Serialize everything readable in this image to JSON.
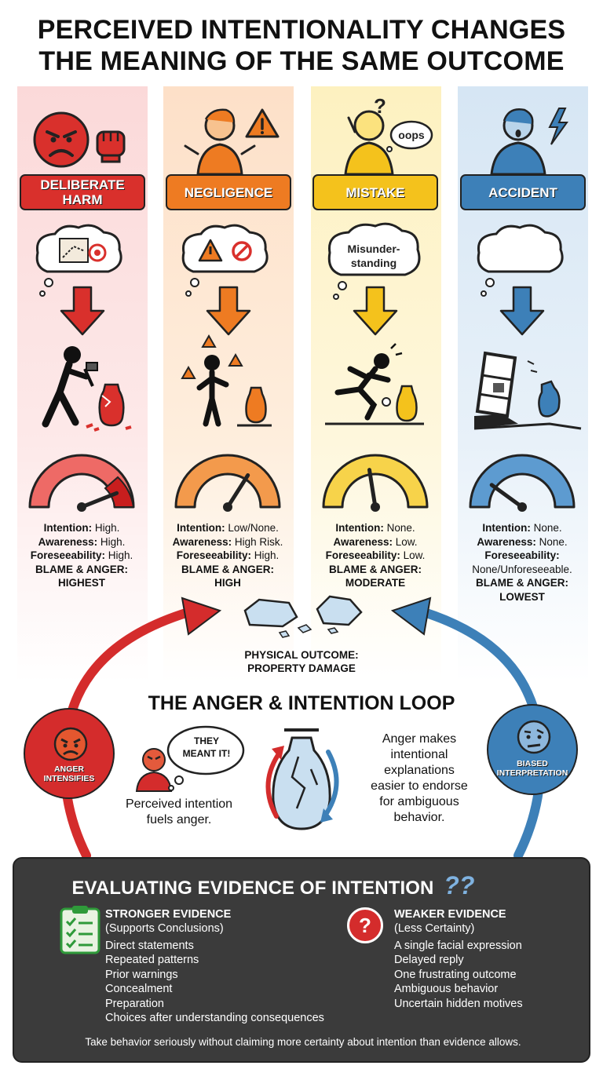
{
  "title": {
    "line1": "PERCEIVED INTENTIONALITY CHANGES",
    "line2": "THE MEANING OF THE SAME OUTCOME"
  },
  "categories": [
    {
      "id": "deliberate",
      "label_line1": "DELIBERATE",
      "label_line2": "HARM",
      "color": "#d9302c",
      "intention": "High.",
      "awareness": "High.",
      "foreseeability": "High.",
      "blame_label": "BLAME & ANGER:",
      "blame": "HIGHEST"
    },
    {
      "id": "negligence",
      "label_line1": "NEGLIGENCE",
      "label_line2": "",
      "color": "#ee7b22",
      "intention": "Low/None.",
      "awareness": "High Risk.",
      "foreseeability": "High.",
      "blame_label": "BLAME & ANGER:",
      "blame": "HIGH"
    },
    {
      "id": "mistake",
      "label_line1": "MISTAKE",
      "label_line2": "",
      "color": "#f4c21c",
      "intention": "None.",
      "awareness": "Low.",
      "foreseeability": "Low.",
      "blame_label": "BLAME & ANGER:",
      "blame": "MODERATE"
    },
    {
      "id": "accident",
      "label_line1": "ACCIDENT",
      "label_line2": "",
      "color": "#3d80b8",
      "intention": "None.",
      "awareness": "None.",
      "foreseeability": "None/Unforeseeable.",
      "blame_label": "BLAME & ANGER:",
      "blame": "LOWEST"
    }
  ],
  "stat_labels": {
    "intention": "Intention:",
    "awareness": "Awareness:",
    "foreseeability": "Foreseeability:"
  },
  "gauge_levels": [
    0.88,
    0.68,
    0.45,
    0.2
  ],
  "mistake_thought": {
    "line1": "Misunder-",
    "line2": "standing"
  },
  "oops": "oops",
  "question_mark": "?",
  "outcome": {
    "line1": "PHYSICAL OUTCOME:",
    "line2": "PROPERTY DAMAGE"
  },
  "loop": {
    "title": "THE ANGER & INTENTION LOOP",
    "anger_label_line1": "ANGER",
    "anger_label_line2": "INTENSIFIES",
    "biased_label_line1": "BIASED",
    "biased_label_line2": "INTERPRETATION",
    "bubble_line1": "THEY",
    "bubble_line2": "MEANT IT!",
    "left_text_line1": "Perceived intention",
    "left_text_line2": "fuels anger.",
    "right_text_lines": [
      "Anger makes",
      "intentional",
      "explanations",
      "easier to endorse",
      "for ambiguous",
      "behavior."
    ]
  },
  "evidence": {
    "title": "EVALUATING EVIDENCE OF INTENTION",
    "title_marks": "??",
    "stronger_title": "STRONGER EVIDENCE",
    "stronger_sub": "(Supports Conclusions)",
    "stronger_items": [
      "Direct statements",
      "Repeated patterns",
      "Prior warnings",
      "Concealment",
      "Preparation",
      "Choices after understanding consequences"
    ],
    "weaker_title": "WEAKER EVIDENCE",
    "weaker_sub": "(Less Certainty)",
    "weaker_icon": "?",
    "weaker_items": [
      "A single facial expression",
      "Delayed reply",
      "One frustrating outcome",
      "Ambiguous behavior",
      "Uncertain hidden motives"
    ],
    "footer": "Take behavior seriously without claiming more certainty about intention than evidence allows."
  },
  "colors": {
    "red": "#d9302c",
    "orange": "#ee7b22",
    "yellow": "#f4c21c",
    "blue": "#3d80b8",
    "dark": "#3b3b3b"
  }
}
